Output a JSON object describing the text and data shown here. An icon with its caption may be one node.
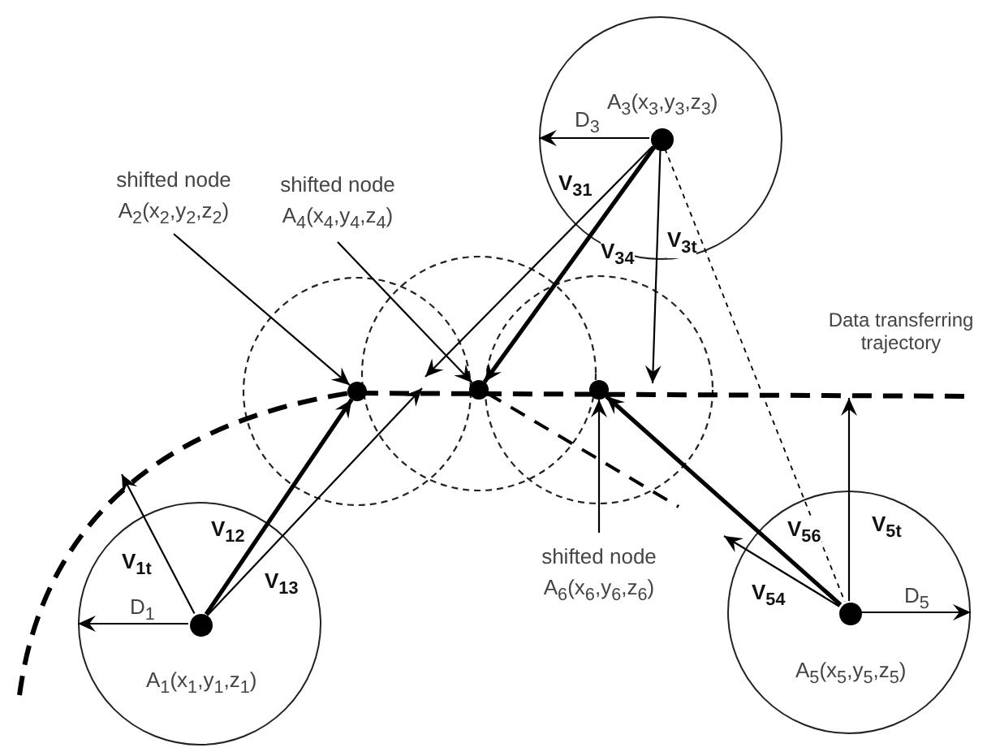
{
  "diagram": {
    "nodes": [
      {
        "text": [
          "A$_{1}$(x$_{1}$,y$_{1}$,z$_{1}$)"
        ]
      },
      {
        "text": [],
        "shape": "circle",
        "in": 0
      },
      {
        "text": [
          "A$_{3}$(x$_{3}$,y$_{3}$,z$_{3}$)"
        ]
      },
      {
        "text": [],
        "shape": "circle",
        "in": 2
      },
      {
        "text": [
          "A$_{5}$(x$_{5}$,y$_{5}$,z$_{5}$)"
        ]
      },
      {
        "text": [],
        "shape": "circle",
        "in": 4
      },
      {
        "text": [
          "shifted node A$_{2}$(x$_{2}$,y$_{2}$,z$_{2}$)"
        ]
      },
      {
        "text": [
          "shifted node A$_{4}$(x$_{4}$,y$_{4}$,z$_{4}$)"
        ]
      },
      {
        "text": [
          "shifted node A$_{6}$(x$_{6}$,y$_{6}$,z$_{6}$)"
        ]
      },
      {
        "text": [],
        "shape": "circle"
      },
      {
        "text": [],
        "shape": "circle"
      },
      {
        "text": [],
        "shape": "circle"
      }
    ],
    "edges": [
      {
        "from": 1,
        "to": 9,
        "arrow": "to",
        "label": "V$_{12}$",
        "style": "thick"
      },
      {
        "from": 1,
        "to": null,
        "arrow": "to",
        "label": "V$_{13}$"
      },
      {
        "from": 1,
        "to": null,
        "arrow": "to",
        "label": "V$_{1t}$"
      },
      {
        "from": 3,
        "to": 10,
        "arrow": "to",
        "label": "V$_{34}$",
        "style": "thick"
      },
      {
        "from": 3,
        "to": null,
        "arrow": "to",
        "label": "V$_{31}$"
      },
      {
        "from": 3,
        "to": null,
        "arrow": "to",
        "label": "V$_{3t}$"
      },
      {
        "from": 3,
        "to": 5,
        "arrow": "none",
        "style": "dashed"
      },
      {
        "from": 5,
        "to": 11,
        "arrow": "to",
        "label": "V$_{56}$",
        "style": "thick"
      },
      {
        "from": 5,
        "to": null,
        "arrow": "to",
        "label": "V$_{54}$"
      },
      {
        "from": 5,
        "to": null,
        "arrow": "to",
        "label": "V$_{5t}$"
      },
      {
        "from": 1,
        "to": 0,
        "arrow": "to",
        "label": "D$_{1}$"
      },
      {
        "from": 3,
        "to": 2,
        "arrow": "to",
        "label": "D$_{3}$"
      },
      {
        "from": 5,
        "to": 4,
        "arrow": "to",
        "label": "D$_{5}$"
      },
      {
        "from": 6,
        "to": 9,
        "arrow": "to"
      },
      {
        "from": 7,
        "to": 10,
        "arrow": "to"
      },
      {
        "from": 8,
        "to": 11,
        "arrow": "to"
      }
    ],
    "labels": [
      "Data transferring trajectory"
    ]
  }
}
